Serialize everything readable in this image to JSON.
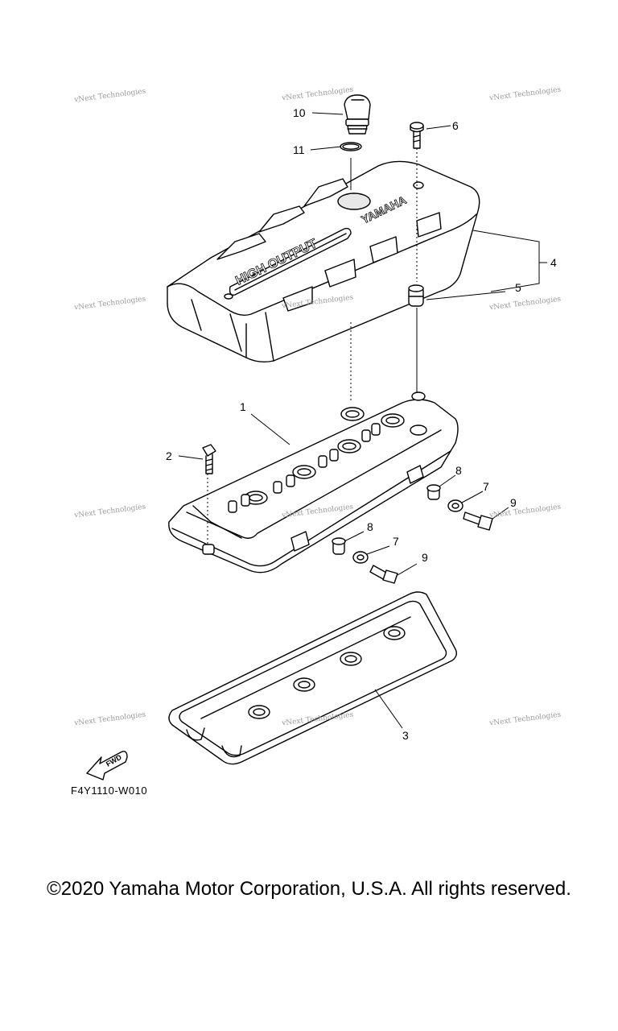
{
  "callouts": {
    "c1": "1",
    "c2": "2",
    "c3": "3",
    "c4": "4",
    "c5": "5",
    "c6": "6",
    "c7a": "7",
    "c7b": "7",
    "c8a": "8",
    "c8b": "8",
    "c9a": "9",
    "c9b": "9",
    "c10": "10",
    "c11": "11"
  },
  "cover_text": {
    "high_output": "HIGH OUTPUT",
    "brand": "YAMAHA"
  },
  "fwd_label": "FWD",
  "diagram_code": "F4Y1110-W010",
  "watermark": "vNext Technologies",
  "copyright": "©2020 Yamaha Motor Corporation, U.S.A. All rights reserved."
}
